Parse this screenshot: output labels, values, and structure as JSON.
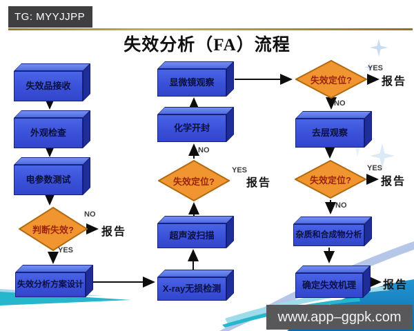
{
  "header": {
    "tag": "TG: MYYJJPP",
    "title": "失效分析（FA）流程"
  },
  "footer": {
    "watermark": "www.app–ggpk.com"
  },
  "colors": {
    "box_front": "#3a50d8",
    "box_top": "#5f7ce8",
    "box_side": "#1f2d9a",
    "diamond_fill": "#f0952f",
    "diamond_border": "#b06a10",
    "gold_line": "#a58a2d",
    "wave_blue": "#1286c9",
    "teal": "#27b7cc",
    "tag_bg": "#3f3f41",
    "watermark_bg": "#58585a"
  },
  "nodes": {
    "receive": "失效品接收",
    "visual": "外观检查",
    "electrical": "电参数测试",
    "judge": "判断失效?",
    "plan": "失效分析方案设计",
    "microscope": "显微镜观察",
    "decap": "化学开封",
    "locate_mid": "失效定位?",
    "ultrasonic": "超声波扫描",
    "xray": "X-ray无损检测",
    "locate_top": "失效定位?",
    "delayer": "去层观察",
    "locate_low": "失效定位?",
    "impurity": "杂质和合成物分析",
    "mechanism": "确定失效机理"
  },
  "edge_labels": {
    "yes": "YES",
    "no": "NO",
    "report": "报告"
  }
}
